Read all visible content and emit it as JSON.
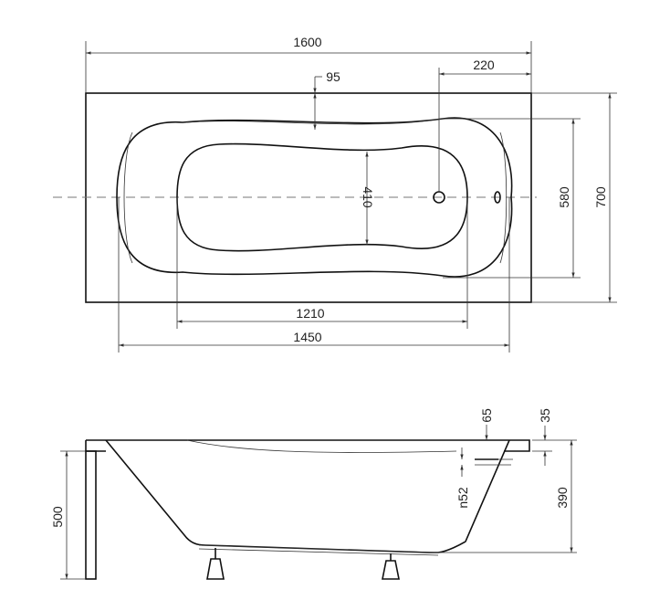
{
  "title": "Bathtub technical drawing",
  "top_view": {
    "dimensions": {
      "overall_length": "1600",
      "drain_offset": "220",
      "rim_width": "95",
      "inner_bottom_width": "410",
      "inner_width": "580",
      "overall_width": "700",
      "bottom_length": "1210",
      "inner_length": "1450"
    }
  },
  "side_view": {
    "dimensions": {
      "overflow_offset": "65",
      "rim_thickness": "35",
      "overflow_diameter": "n52",
      "depth": "390",
      "height": "500"
    }
  }
}
